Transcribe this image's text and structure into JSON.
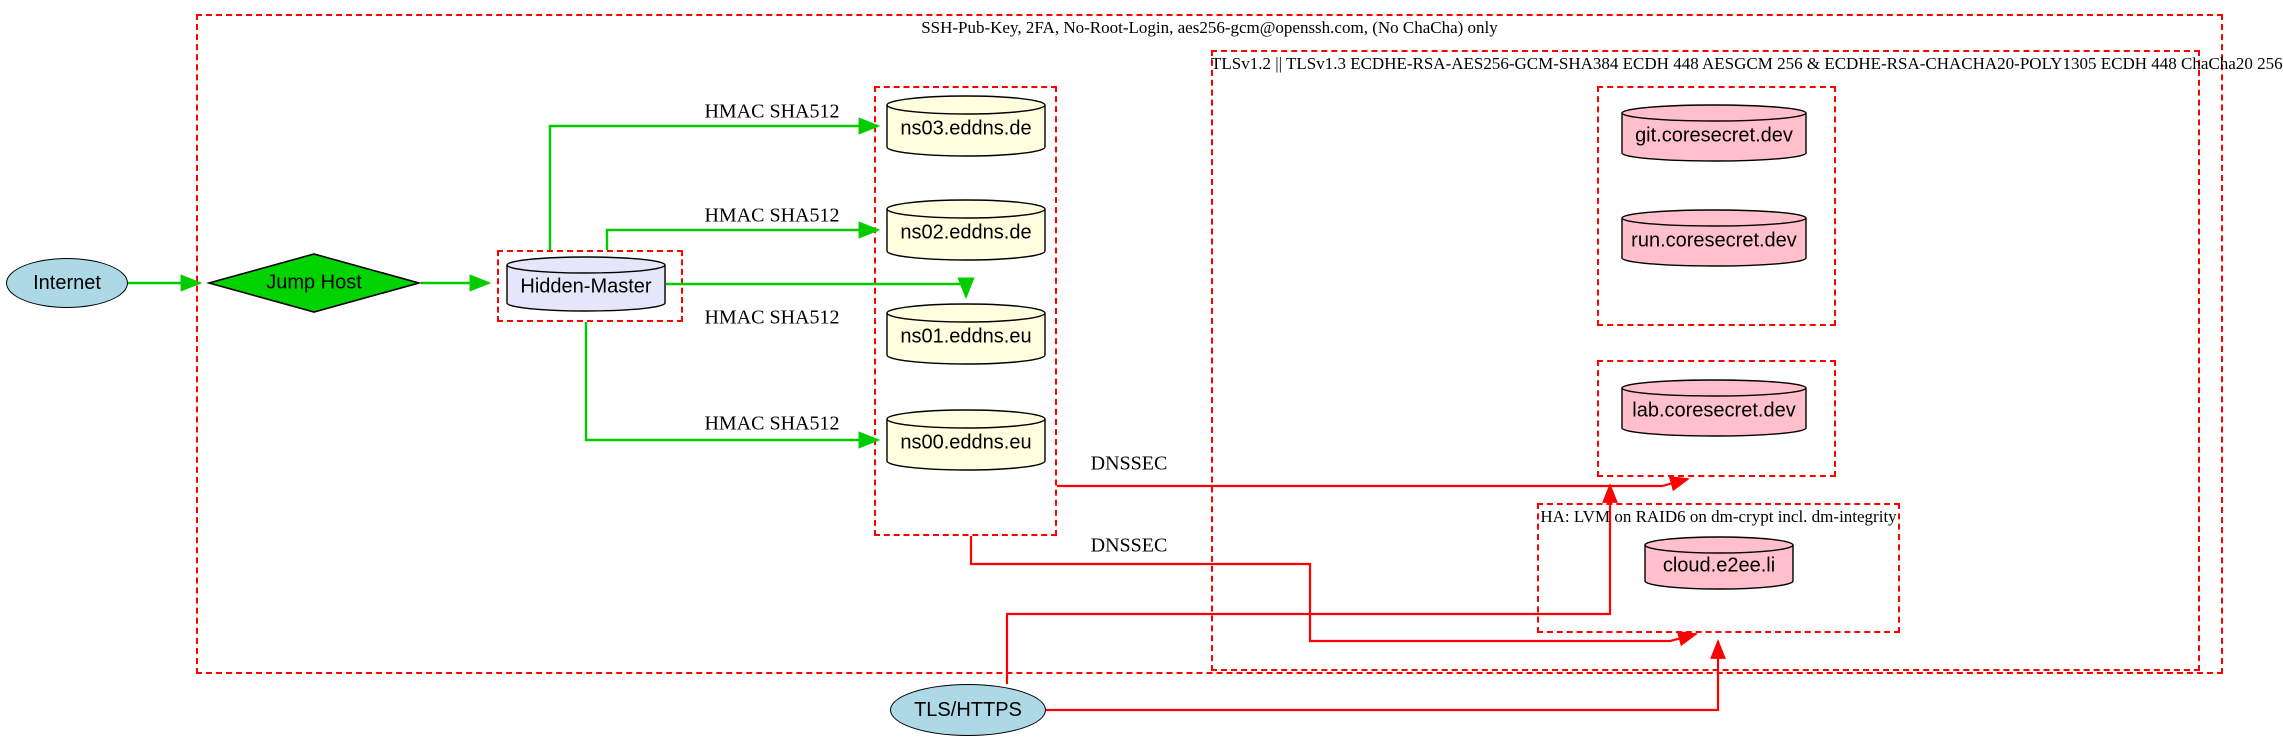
{
  "diagram": {
    "clusters": {
      "ssh": {
        "label": "SSH-Pub-Key, 2FA, No-Root-Login, aes256-gcm@openssh.com, (No ChaCha) only"
      },
      "tls": {
        "label": "TLSv1.2 || TLSv1.3 ECDHE-RSA-AES256-GCM-SHA384 ECDH 448 AESGCM 256 & ECDHE-RSA-CHACHA20-POLY1305 ECDH 448 ChaCha20 256"
      },
      "ha": {
        "label": "HA: LVM on RAID6 on dm-crypt incl. dm-integrity"
      }
    },
    "nodes": {
      "internet": {
        "label": "Internet"
      },
      "jump_host": {
        "label": "Jump Host"
      },
      "hidden_master": {
        "label": "Hidden-Master"
      },
      "ns03": {
        "label": "ns03.eddns.de"
      },
      "ns02": {
        "label": "ns02.eddns.de"
      },
      "ns01": {
        "label": "ns01.eddns.eu"
      },
      "ns00": {
        "label": "ns00.eddns.eu"
      },
      "git": {
        "label": "git.coresecret.dev"
      },
      "run": {
        "label": "run.coresecret.dev"
      },
      "lab": {
        "label": "lab.coresecret.dev"
      },
      "cloud": {
        "label": "cloud.e2ee.li"
      },
      "tls_https": {
        "label": "TLS/HTTPS"
      }
    },
    "edge_labels": {
      "hmac_sha512": "HMAC SHA512",
      "dnssec": "DNSSEC"
    },
    "colors": {
      "cluster_border": "#ff0000",
      "secure_edge": "#00cc00",
      "tls_edge": "#ff0000",
      "node_dns_fill": "#ffffe0",
      "node_web_fill": "#ffc0cb",
      "node_master_fill": "#e6e6fa",
      "endpoint_fill": "#add8e6",
      "jump_fill": "#00d300"
    }
  }
}
